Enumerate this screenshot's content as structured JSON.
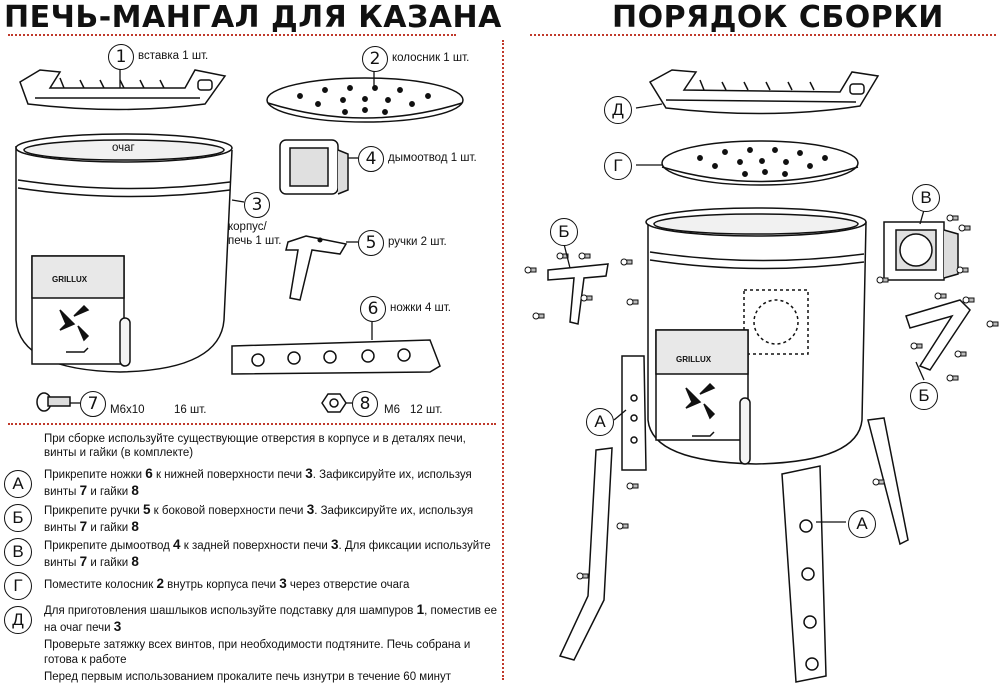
{
  "left_title": "ПЕЧЬ-МАНГАЛ ДЛЯ КАЗАНА",
  "right_title": "ПОРЯДОК СБОРКИ",
  "parts": [
    {
      "num": "1",
      "label": "вставка 1 шт."
    },
    {
      "num": "2",
      "label": "колосник 1 шт."
    },
    {
      "num": "3",
      "label": "корпус/",
      "label2": "печь 1 шт."
    },
    {
      "num": "4",
      "label": "дымоотвод 1 шт."
    },
    {
      "num": "5",
      "label": "ручки 2 шт."
    },
    {
      "num": "6",
      "label": "ножки 4 шт."
    },
    {
      "num": "7",
      "label": "М6х10",
      "qty": "16 шт."
    },
    {
      "num": "8",
      "label": "М6",
      "qty": "12 шт."
    }
  ],
  "hearth_label": "очаг",
  "brand": "GRILLUX",
  "intro": [
    "При сборке используйте существующие отверстия в корпусе и в деталях печи,",
    "винты и гайки (в комплекте)"
  ],
  "steps": [
    {
      "letter": "А",
      "l1a": "Прикрепите ножки ",
      "l1b": "6",
      "l1c": " к нижней поверхности печи ",
      "l1d": "3",
      "l1e": ". Зафиксируйте их, используя",
      "l2a": "винты ",
      "l2b": "7",
      "l2c": " и гайки ",
      "l2d": "8"
    },
    {
      "letter": "Б",
      "l1a": "Прикрепите ручки ",
      "l1b": "5",
      "l1c": " к боковой поверхности печи ",
      "l1d": "3",
      "l1e": ". Зафиксируйте их, используя",
      "l2a": "винты ",
      "l2b": "7",
      "l2c": " и гайки ",
      "l2d": "8"
    },
    {
      "letter": "В",
      "l1a": "Прикрепите дымоотвод ",
      "l1b": "4",
      "l1c": " к задней поверхности печи ",
      "l1d": "3",
      "l1e": ". Для фиксации используйте",
      "l2a": "винты ",
      "l2b": "7",
      "l2c": " и гайки ",
      "l2d": "8"
    },
    {
      "letter": "Г",
      "l1a": "Поместите колосник ",
      "l1b": "2",
      "l1c": " внутрь корпуса печи ",
      "l1d": "3",
      "l1e": " через отверстие очага"
    },
    {
      "letter": "Д",
      "l1a": "Для приготовления шашлыков используйте подставку для шампуров ",
      "l1b": "1",
      "l1c": ", поместив ее",
      "l2a": "на очаг печи ",
      "l2b": "3"
    }
  ],
  "final_1": [
    "Проверьте затяжку всех винтов, при необходимости подтяните. Печь собрана и",
    "готова к работе"
  ],
  "final_2": "Перед первым использованием прокалите печь изнутри в течение 60 минут",
  "assembly_letters": [
    "Д",
    "Г",
    "В",
    "Б",
    "Б",
    "А",
    "А"
  ]
}
